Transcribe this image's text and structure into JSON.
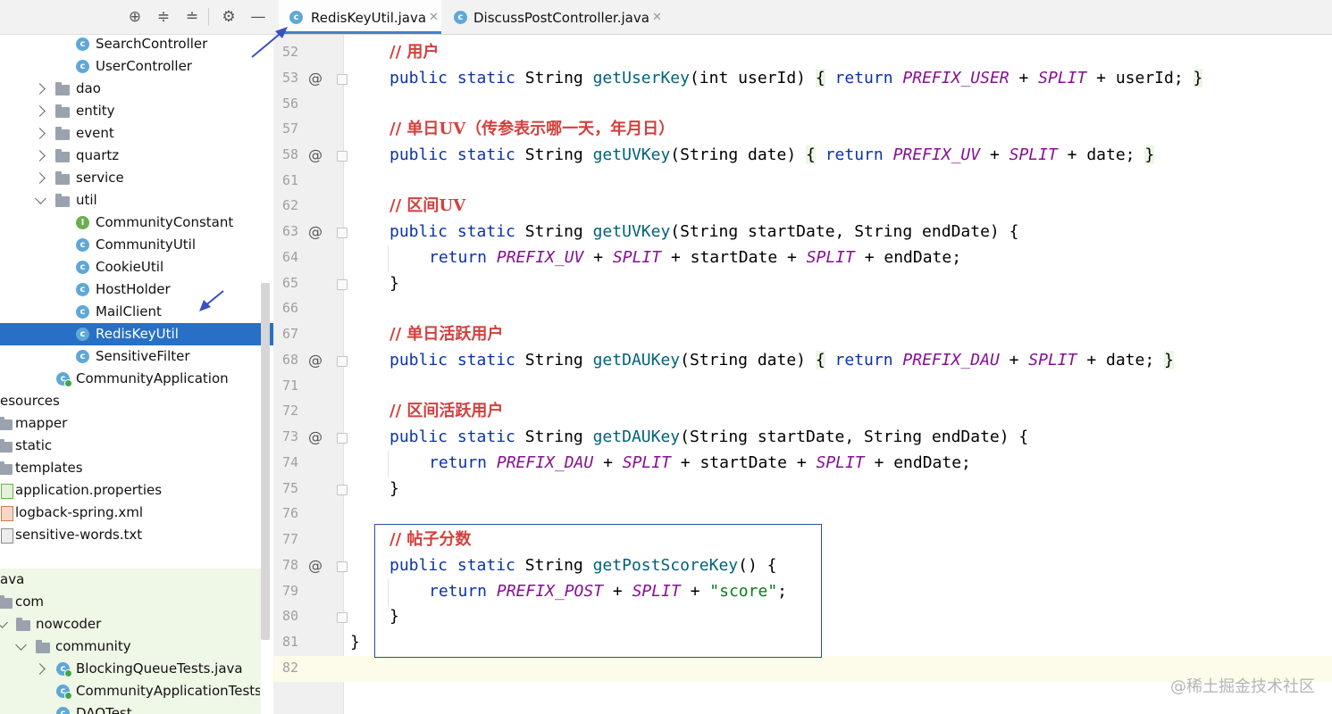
{
  "tabs": [
    {
      "label": "RedisKeyUtil.java",
      "icon": "class-icon",
      "active": true
    },
    {
      "label": "DiscussPostController.java",
      "icon": "class-icon",
      "active": false
    }
  ],
  "tree": {
    "items": [
      {
        "label": "SearchController",
        "icon": "class-icon"
      },
      {
        "label": "UserController",
        "icon": "class-icon"
      },
      {
        "label": "dao",
        "icon": "folder-icon"
      },
      {
        "label": "entity",
        "icon": "folder-icon"
      },
      {
        "label": "event",
        "icon": "folder-icon"
      },
      {
        "label": "quartz",
        "icon": "folder-icon"
      },
      {
        "label": "service",
        "icon": "folder-icon"
      },
      {
        "label": "util",
        "icon": "folder-icon"
      },
      {
        "label": "CommunityConstant",
        "icon": "interface-icon"
      },
      {
        "label": "CommunityUtil",
        "icon": "class-icon"
      },
      {
        "label": "CookieUtil",
        "icon": "class-icon"
      },
      {
        "label": "HostHolder",
        "icon": "class-icon"
      },
      {
        "label": "MailClient",
        "icon": "class-icon"
      },
      {
        "label": "RedisKeyUtil",
        "icon": "class-icon",
        "selected": true
      },
      {
        "label": "SensitiveFilter",
        "icon": "class-icon"
      },
      {
        "label": "CommunityApplication",
        "icon": "spring-app-icon"
      },
      {
        "label": "esources",
        "icon": "none"
      },
      {
        "label": "mapper",
        "icon": "folder-icon"
      },
      {
        "label": "static",
        "icon": "folder-icon"
      },
      {
        "label": "templates",
        "icon": "folder-icon"
      },
      {
        "label": "application.properties",
        "icon": "properties-file-icon"
      },
      {
        "label": "logback-spring.xml",
        "icon": "xml-file-icon"
      },
      {
        "label": "sensitive-words.txt",
        "icon": "text-file-icon"
      },
      {
        "label": "ava",
        "icon": "none"
      },
      {
        "label": "com",
        "icon": "folder-icon"
      },
      {
        "label": "nowcoder",
        "icon": "folder-icon"
      },
      {
        "label": "community",
        "icon": "folder-icon"
      },
      {
        "label": "BlockingQueueTests.java",
        "icon": "test-class-icon"
      },
      {
        "label": "CommunityApplicationTests",
        "icon": "test-class-icon"
      },
      {
        "label": "DAOTest",
        "icon": "test-class-icon"
      }
    ]
  },
  "editor": {
    "line_numbers": [
      "52",
      "53",
      "56",
      "57",
      "58",
      "61",
      "62",
      "63",
      "64",
      "65",
      "66",
      "67",
      "68",
      "71",
      "72",
      "73",
      "74",
      "75",
      "76",
      "77",
      "78",
      "79",
      "80",
      "81",
      "82"
    ],
    "comments": {
      "c52": "// 用户",
      "c57": "// 单日UV（传参表示哪一天，年月日）",
      "c62": "// 区间UV",
      "c67": "// 单日活跃用户",
      "c72": "// 区间活跃用户",
      "c77": "// 帖子分数"
    },
    "code": {
      "l53": {
        "kw": "public static",
        "type": " String ",
        "fn": "getUserKey",
        "args": "(int userId) ",
        "ret": "return ",
        "c1": "PREFIX_USER",
        "plus1": " + ",
        "c2": "SPLIT",
        "rest": " + userId; "
      },
      "l58": {
        "kw": "public static",
        "type": " String ",
        "fn": "getUVKey",
        "args": "(String date) ",
        "ret": "return ",
        "c1": "PREFIX_UV",
        "plus1": " + ",
        "c2": "SPLIT",
        "rest": " + date; "
      },
      "l63": {
        "kw": "public static",
        "type": " String ",
        "fn": "getUVKey",
        "args": "(String startDate, String endDate) {"
      },
      "l64": {
        "ret": "return ",
        "c1": "PREFIX_UV",
        "p1": " + ",
        "c2": "SPLIT",
        "p2": " + startDate + ",
        "c3": "SPLIT",
        "p3": " + endDate;"
      },
      "l68": {
        "kw": "public static",
        "type": " String ",
        "fn": "getDAUKey",
        "args": "(String date) ",
        "ret": "return ",
        "c1": "PREFIX_DAU",
        "plus1": " + ",
        "c2": "SPLIT",
        "rest": " + date; "
      },
      "l73": {
        "kw": "public static",
        "type": " String ",
        "fn": "getDAUKey",
        "args": "(String startDate, String endDate) {"
      },
      "l74": {
        "ret": "return ",
        "c1": "PREFIX_DAU",
        "p1": " + ",
        "c2": "SPLIT",
        "p2": " + startDate + ",
        "c3": "SPLIT",
        "p3": " + endDate;"
      },
      "l78": {
        "kw": "public static",
        "type": " String ",
        "fn": "getPostScoreKey",
        "args": "() {"
      },
      "l79": {
        "ret": "return ",
        "c1": "PREFIX_POST",
        "p1": " + ",
        "c2": "SPLIT",
        "p2": " + ",
        "str": "\"score\"",
        "p3": ";"
      },
      "open_brace": "{",
      "close_brace": "}",
      "override_marker": "@"
    }
  },
  "watermark": "@稀土掘金技术社区"
}
